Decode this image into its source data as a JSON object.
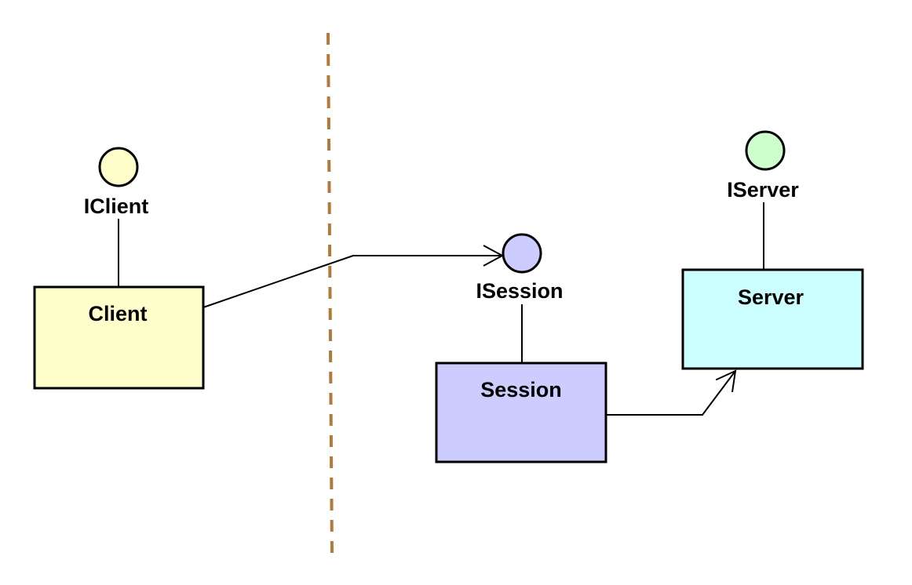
{
  "diagram": {
    "components": {
      "client": {
        "label": "Client",
        "fill": "#ffffcc"
      },
      "session": {
        "label": "Session",
        "fill": "#ccccff"
      },
      "server": {
        "label": "Server",
        "fill": "#ccffff"
      }
    },
    "interfaces": {
      "iclient": {
        "label": "IClient",
        "fill": "#ffffcc"
      },
      "isession": {
        "label": "ISession",
        "fill": "#ccccff"
      },
      "iserver": {
        "label": "IServer",
        "fill": "#ccffcc"
      }
    },
    "boundary_color": "#b07a3a",
    "stroke_color": "#000000"
  }
}
